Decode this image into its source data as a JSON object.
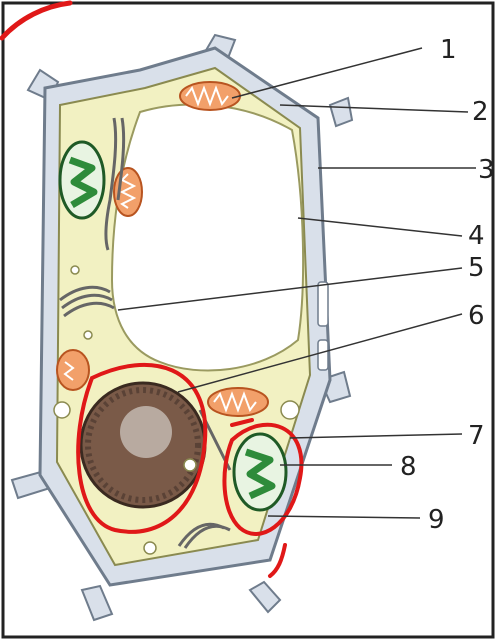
{
  "labels": [
    "1",
    "2",
    "3",
    "4",
    "5",
    "6",
    "7",
    "8",
    "9"
  ],
  "colors": {
    "cell_wall": "#d9e0ea",
    "wall_outline": "#6f7c8c",
    "cytoplasm": "#f2f1c2",
    "vacuole": "#ffffff",
    "nucleus": "#7a5a48",
    "nucleolus": "#b8aaa0",
    "chloroplast": "#2e8b3a",
    "mitochondrion": "#e07a3a",
    "annotation_red": "#e01818",
    "leader_line": "#333333"
  }
}
